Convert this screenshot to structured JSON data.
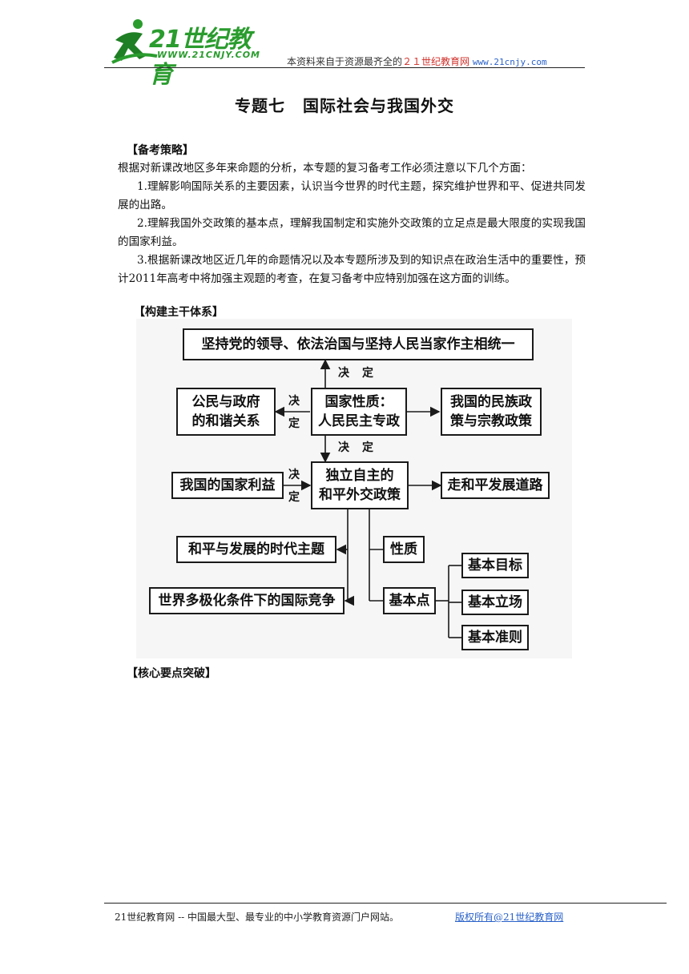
{
  "header": {
    "logo_text": "21世纪教育",
    "logo_url": "WWW.21CNJY.COM",
    "note_prefix": "本资料来自于资源最齐全的",
    "note_site": "２１世纪教育网",
    "note_url": "www.21cnjy.com"
  },
  "title": {
    "part1": "专题七",
    "part2": "国际社会与我国外交"
  },
  "section1": {
    "heading": "【备考策略】",
    "intro": "根据对新课改地区多年来命题的分析，本专题的复习备考工作必须注意以下几个方面：",
    "items": [
      "1.理解影响国际关系的主要因素，认识当今世界的时代主题，探究维护世界和平、促进共同发展的出路。",
      "2.理解我国外交政策的基本点，理解我国制定和实施外交政策的立足点是最大限度的实现我国的国家利益。",
      "3.根据新课改地区近几年的命题情况以及本专题所涉及到的知识点在政治生活中的重要性，预计2011年高考中将加强主观题的考查，在复习备考中应特别加强在这方面的训练。"
    ]
  },
  "section2": {
    "heading": "【构建主干体系】"
  },
  "diagram": {
    "top": "坚持党的领导、依法治国与坚持人民当家作主相统一",
    "center": [
      "国家性质：",
      "人民民主专政"
    ],
    "left_mid": [
      "公民与政府",
      "的和谐关系"
    ],
    "right_mid": [
      "我国的民族政",
      "策与宗教政策"
    ],
    "policy": [
      "独立自主的",
      "和平外交政策"
    ],
    "interest": "我国的国家利益",
    "road": "走和平发展道路",
    "theme": "和平与发展的时代主题",
    "competition": "世界多极化条件下的国际竞争",
    "nature": "性质",
    "basic_points": "基本点",
    "goal": "基本目标",
    "stance": "基本立场",
    "principle": "基本准则",
    "jue": "决",
    "ding": "定"
  },
  "section3": {
    "heading": "【核心要点突破】"
  },
  "footer": {
    "left": "21世纪教育网 -- 中国最大型、最专业的中小学教育资源门户网站。",
    "right": "版权所有@21世纪教育网"
  }
}
